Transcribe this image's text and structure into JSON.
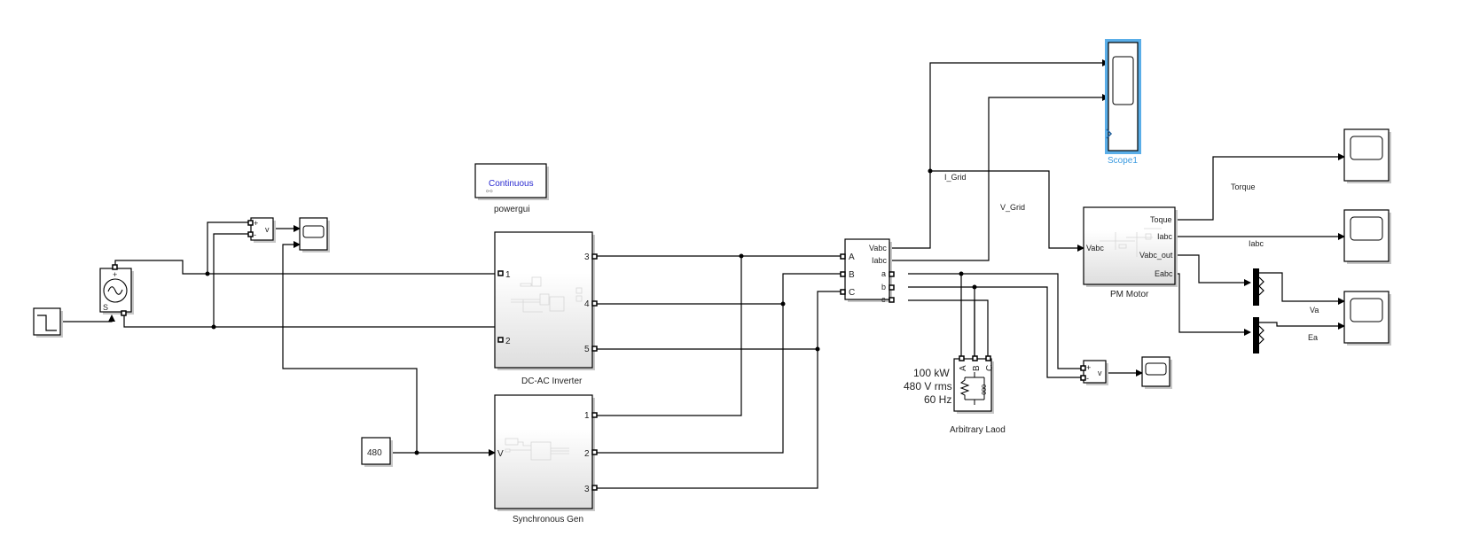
{
  "model": {
    "blocks": {
      "step": {
        "name": "Step"
      },
      "ac_source": {
        "plus": "+",
        "label_bottom_left": "S",
        "label_bottom_right": "-"
      },
      "vmeas_left": {
        "plus": "+",
        "minus": "-",
        "out": "v"
      },
      "powergui": {
        "text": "Continuous",
        "label": "powergui"
      },
      "inverter": {
        "label": "DC-AC Inverter",
        "in_ports": [
          "1",
          "2"
        ],
        "out_ports": [
          "3",
          "4",
          "5"
        ]
      },
      "constant": {
        "value": "480"
      },
      "syngen": {
        "label": "Synchronous Gen",
        "in_port": "V",
        "out_ports": [
          "1",
          "2",
          "3"
        ]
      },
      "vi_meas": {
        "in_ports": [
          "A",
          "B",
          "C"
        ],
        "out_signals": [
          "Vabc",
          "Iabc"
        ],
        "out_ports": [
          "a",
          "b",
          "c"
        ]
      },
      "load": {
        "label": "Arbitrary Laod",
        "ports": [
          "A",
          "B",
          "C"
        ],
        "params": [
          "100 kW",
          "480 V rms",
          "60 Hz"
        ]
      },
      "vmeas_right": {
        "plus": "+",
        "minus": "-",
        "out": "v"
      },
      "scope1": {
        "label": "Scope1"
      },
      "pm_motor": {
        "label": "PM Motor",
        "in_port": "Vabc",
        "out_ports": [
          "Toque",
          "Iabc",
          "Vabc_out",
          "Eabc"
        ]
      },
      "demux": {
        "count": 2
      }
    },
    "signals": {
      "i_grid": "I_Grid",
      "v_grid": "V_Grid",
      "torque": "Torque",
      "iabc": "Iabc",
      "va": "Va",
      "ea": "Ea"
    },
    "colors": {
      "selection": "#5aaee8",
      "powergui_text": "#2a2ad0",
      "scope1_label": "#3b9be0"
    }
  }
}
